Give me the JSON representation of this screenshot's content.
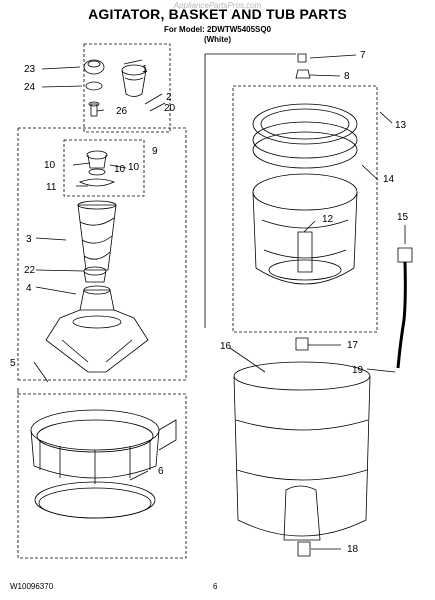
{
  "header": {
    "watermark": "AppliancePartsPros.com",
    "title": "AGITATOR, BASKET AND TUB PARTS",
    "model_line": "For Model: 2DWTW5405SQ0",
    "color_line": "(White)"
  },
  "callouts": [
    "1",
    "2",
    "3",
    "4",
    "5",
    "6",
    "7",
    "8",
    "9",
    "10",
    "10",
    "10",
    "11",
    "12",
    "13",
    "14",
    "15",
    "16",
    "17",
    "18",
    "19",
    "20",
    "22",
    "23",
    "24",
    "26"
  ],
  "footer": {
    "doc_number": "W10096370",
    "page_number": "6"
  }
}
